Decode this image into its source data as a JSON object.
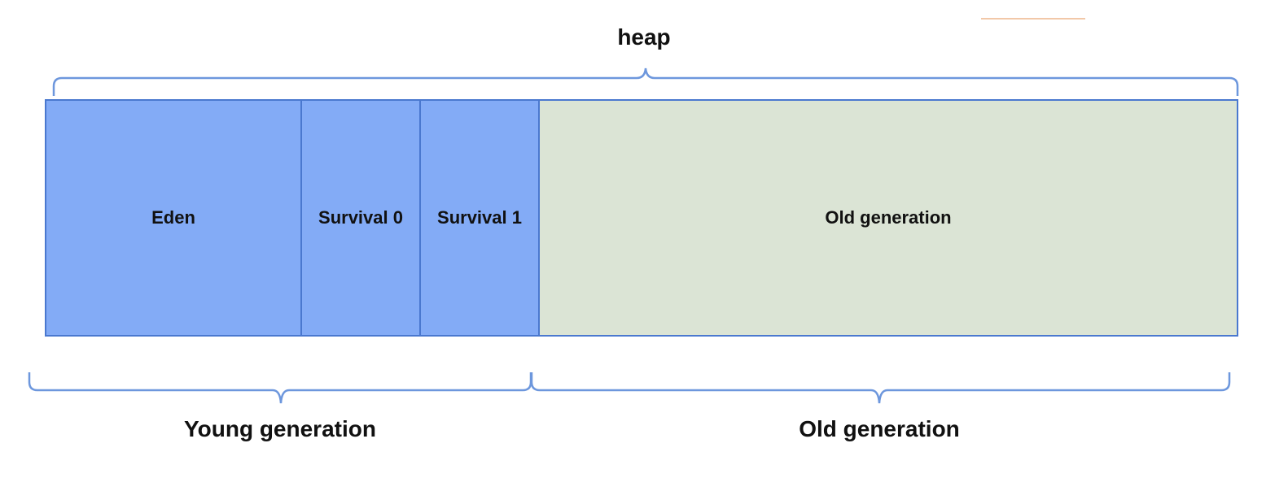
{
  "diagram": {
    "title": "heap",
    "segments": [
      {
        "label": "Eden",
        "group": "young"
      },
      {
        "label": "Survival 0",
        "group": "young"
      },
      {
        "label": "Survival 1",
        "group": "young"
      },
      {
        "label": "Old generation",
        "group": "old"
      }
    ],
    "groups": {
      "young": "Young generation",
      "old": "Old generation"
    }
  },
  "colors": {
    "young_fill": "#83abf6",
    "old_fill": "#dbe4d5",
    "border": "#4a78cf",
    "brace": "#6d97dd"
  }
}
